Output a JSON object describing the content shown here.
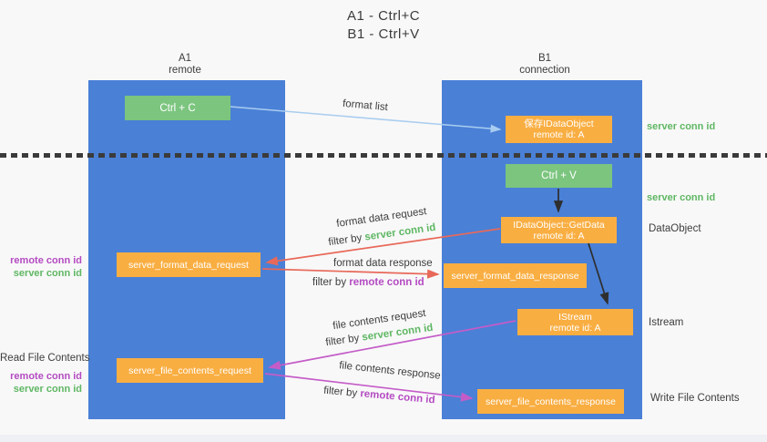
{
  "title": {
    "line1": "A1 - Ctrl+C",
    "line2": "B1 - Ctrl+V"
  },
  "columns": {
    "left": {
      "id": "A1",
      "subtitle": "remote"
    },
    "right": {
      "id": "B1",
      "subtitle": "connection"
    }
  },
  "boxes": {
    "ctrl_c": {
      "label": "Ctrl + C"
    },
    "save_dataobject": {
      "line1": "保存IDataObject",
      "line2": "remote id: A"
    },
    "ctrl_v": {
      "label": "Ctrl + V"
    },
    "getdata": {
      "line1": "IDataObject::GetData",
      "line2": "remote id: A"
    },
    "format_request": {
      "label": "server_format_data_request"
    },
    "format_response": {
      "label": "server_format_data_response"
    },
    "istream": {
      "line1": "IStream",
      "line2": "remote id: A"
    },
    "file_request": {
      "label": "server_file_contents_request"
    },
    "file_response": {
      "label": "server_file_contents_response"
    }
  },
  "flows": {
    "format_list": {
      "label": "format list"
    },
    "format_data_request": {
      "label": "format data request",
      "filter_prefix": "filter by ",
      "filter_key": "server conn id"
    },
    "format_data_response": {
      "label": "format data response",
      "filter_prefix": "filter by ",
      "filter_key": "remote conn id"
    },
    "file_contents_request": {
      "label": "file contents request",
      "filter_prefix": "filter by ",
      "filter_key": "server conn id"
    },
    "file_contents_response": {
      "label": "file contents response",
      "filter_prefix": "filter by ",
      "filter_key": "remote conn id"
    }
  },
  "left_annotations": {
    "format_ids": {
      "remote": "remote conn id",
      "server": "server conn id"
    },
    "read_file_contents": "Read File Contents",
    "file_ids": {
      "remote": "remote conn id",
      "server": "server conn id"
    }
  },
  "right_annotations": {
    "save_server_conn_id": "server conn id",
    "paste_server_conn_id": "server conn id",
    "dataobject": "DataObject",
    "istream": "Istream",
    "write_file_contents": "Write File Contents"
  },
  "colors": {
    "column_blue": "#4a80d6",
    "box_green": "#7cc57f",
    "box_orange": "#f9ae42",
    "arrow_red": "#e8695a",
    "arrow_purple": "#c45cc8",
    "arrow_lightblue": "#a9cdf0",
    "arrow_black": "#2e2e2e",
    "text_green": "#5fb763",
    "text_purple": "#b44bc2",
    "text_dark": "#3d3d3d"
  }
}
